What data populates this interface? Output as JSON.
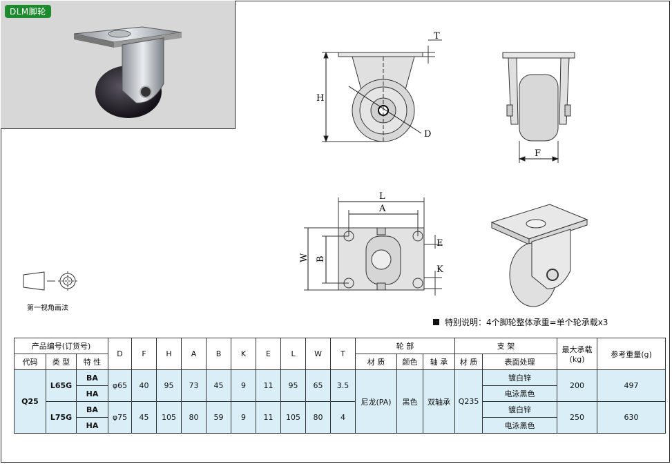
{
  "tag": "DLM脚轮",
  "labels": {
    "t": "T",
    "h": "H",
    "d": "D",
    "f": "F",
    "l": "L",
    "a": "A",
    "w": "W",
    "b": "B",
    "e": "E",
    "k": "K"
  },
  "angle_caption": "第一视角画法",
  "note": "特别说明：4个脚轮整体承重=单个轮承载x3",
  "table": {
    "headers": {
      "product_code": "产品编号(订货号)",
      "code": "代码",
      "type": "类 型",
      "feature": "特 性",
      "d": "D",
      "f": "F",
      "h": "H",
      "a": "A",
      "b": "B",
      "k": "K",
      "e": "E",
      "l": "L",
      "w": "W",
      "t": "T",
      "wheel": "轮 部",
      "wheel_material": "材 质",
      "wheel_color": "颜色",
      "bearing": "轴 承",
      "bracket": "支 架",
      "bracket_material": "材 质",
      "surface": "表面处理",
      "max_load": "最大承载",
      "max_load_unit": "(kg)",
      "weight": "参考重量(g)"
    },
    "code": "Q25",
    "wheel_material": "尼龙(PA)",
    "wheel_color": "黑色",
    "bearing": "双轴承",
    "bracket_material": "Q235",
    "rows": [
      {
        "type": "L65G",
        "features": [
          "BA",
          "HA"
        ],
        "surfaces": [
          "镀白锌",
          "电泳黑色"
        ],
        "d": "φ65",
        "f": "40",
        "h": "95",
        "a": "73",
        "b": "45",
        "k": "9",
        "e": "11",
        "l": "95",
        "w": "65",
        "t": "3.5",
        "max_load": "200",
        "weight": "497"
      },
      {
        "type": "L75G",
        "features": [
          "BA",
          "HA"
        ],
        "surfaces": [
          "镀白锌",
          "电泳黑色"
        ],
        "d": "φ75",
        "f": "45",
        "h": "105",
        "a": "80",
        "b": "59",
        "k": "9",
        "e": "11",
        "l": "105",
        "w": "80",
        "t": "4",
        "max_load": "250",
        "weight": "630"
      }
    ]
  }
}
